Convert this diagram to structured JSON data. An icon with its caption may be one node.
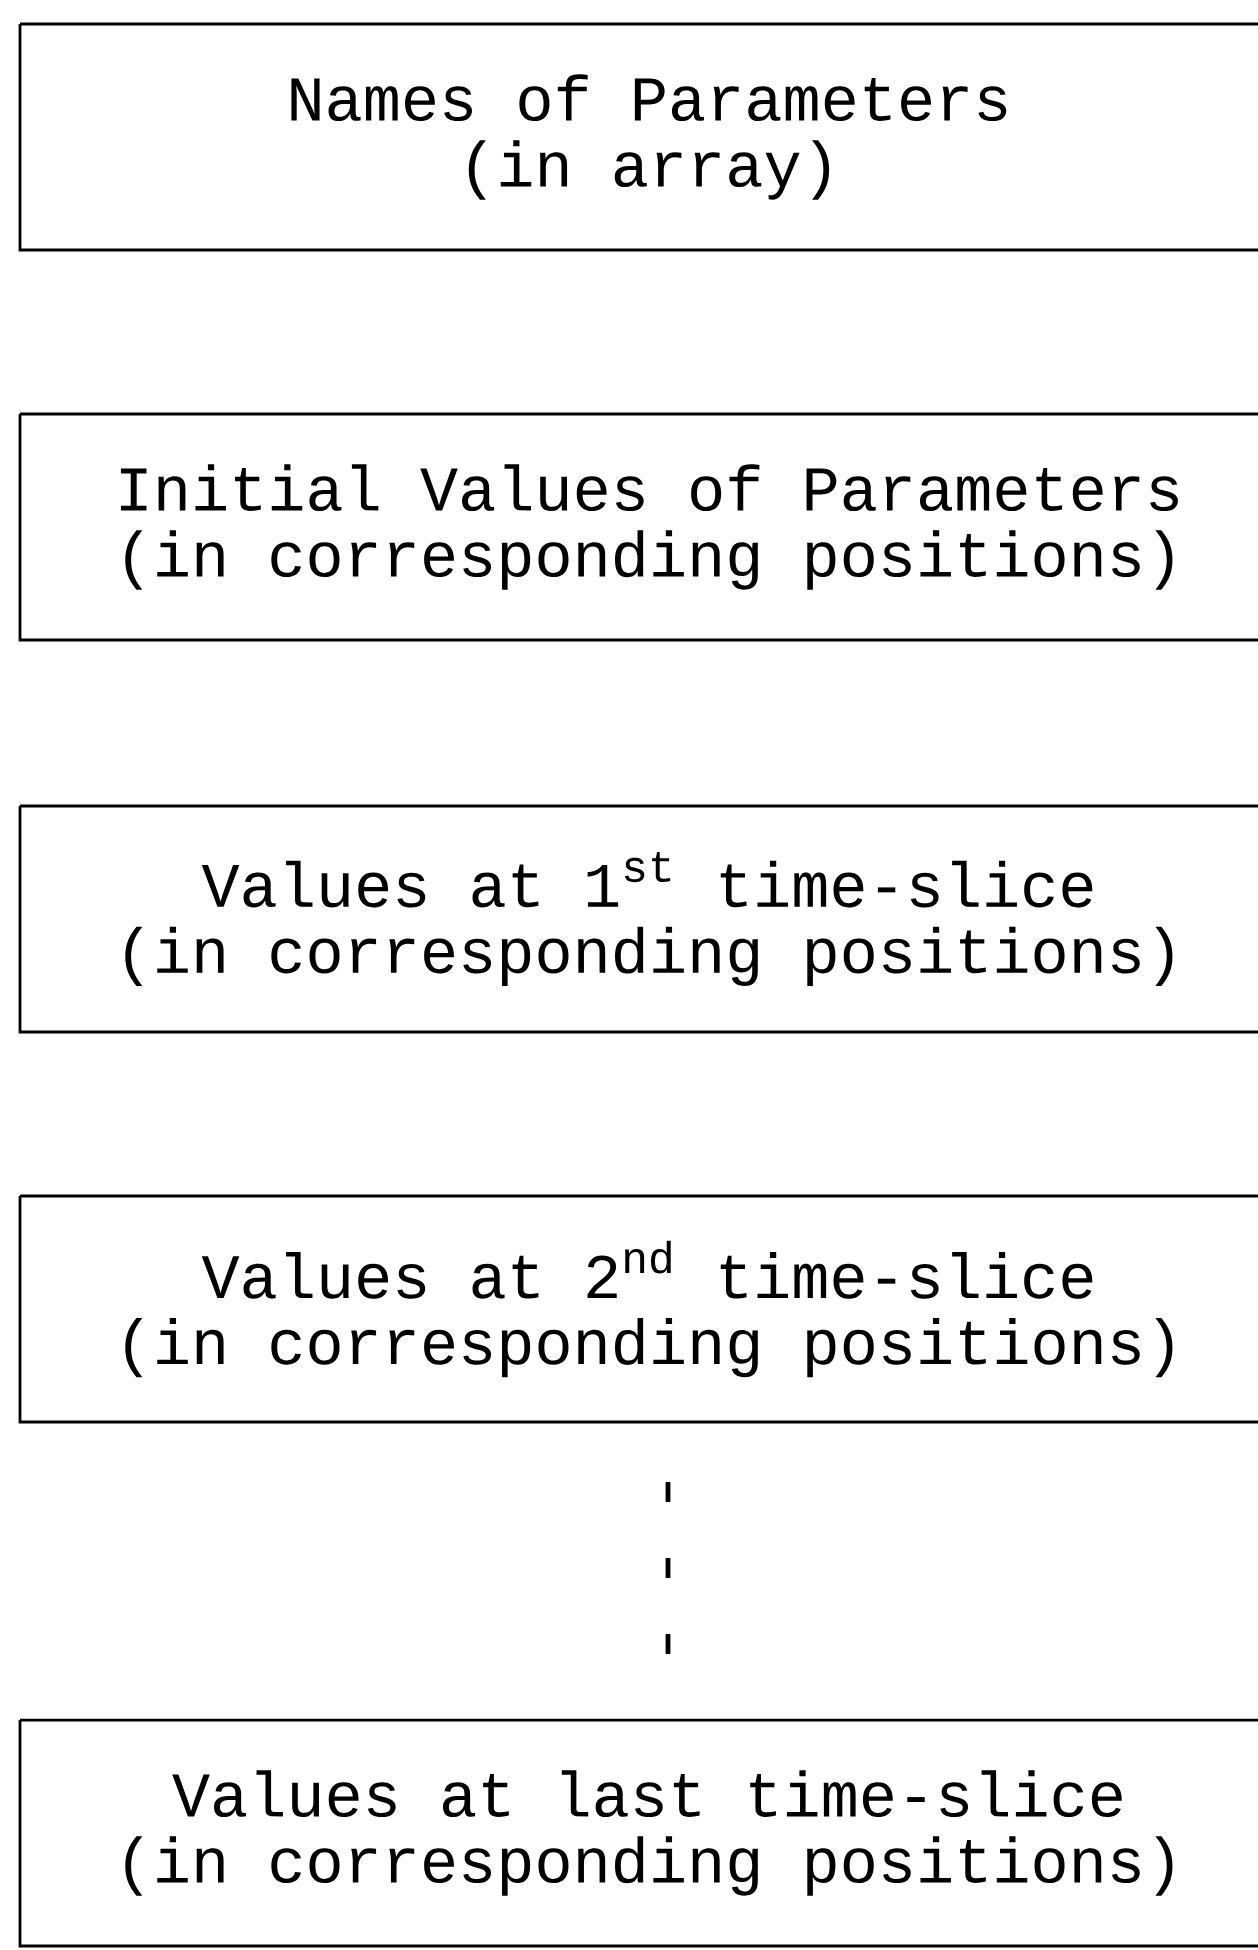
{
  "diagram": {
    "nodes": [
      {
        "text": [
          "Names of Parameters",
          "(in array)"
        ]
      },
      {
        "text": [
          "Initial Values of Parameters",
          "(in corresponding positions)"
        ]
      },
      {
        "text": [
          "Values at 1$^{st}$ time-slice",
          "(in corresponding positions)"
        ]
      },
      {
        "text": [
          "Values at 2$^{nd}$ time-slice",
          "(in corresponding positions)"
        ]
      },
      {
        "text": [
          "Values at last time-slice",
          "(in corresponding positions)"
        ]
      }
    ]
  }
}
